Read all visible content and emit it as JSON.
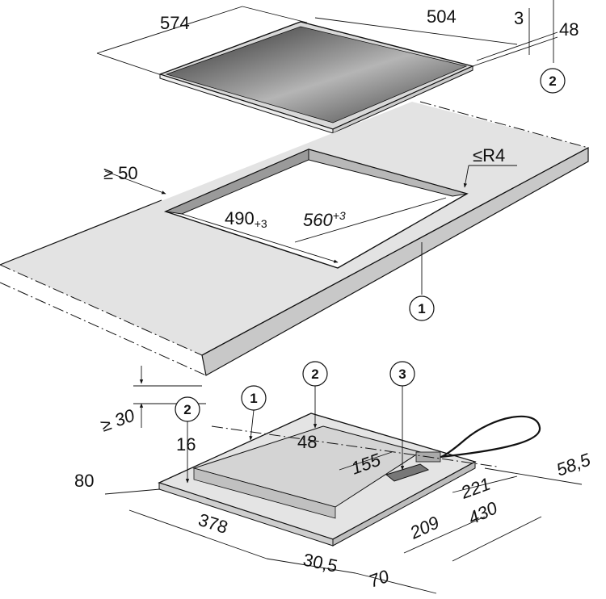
{
  "hob_top": {
    "width": "574",
    "depth": "504",
    "glass_thickness": "3",
    "total_height": "48",
    "callout": "2"
  },
  "worktop": {
    "edge_distance": "≥ 50",
    "corner_radius": "≤R4",
    "cutout_depth": "490",
    "cutout_depth_tolerance": "+3",
    "cutout_width": "560",
    "cutout_width_tolerance": "+3",
    "thickness_min": "≥ 30",
    "callout": "1"
  },
  "hob_underside": {
    "callout_top_left": "2",
    "callout_top_left_value": "16",
    "callout_front_line": "1",
    "callout_center": "2",
    "center_value": "48",
    "callout_connection": "3",
    "connection_offset": "155",
    "front_offset": "80",
    "inner_width": "378",
    "bottom_margin": "30,5",
    "side_margin": "70",
    "dim_209": "209",
    "dim_221": "221",
    "dim_430": "430",
    "dim_58_5": "58,5"
  }
}
